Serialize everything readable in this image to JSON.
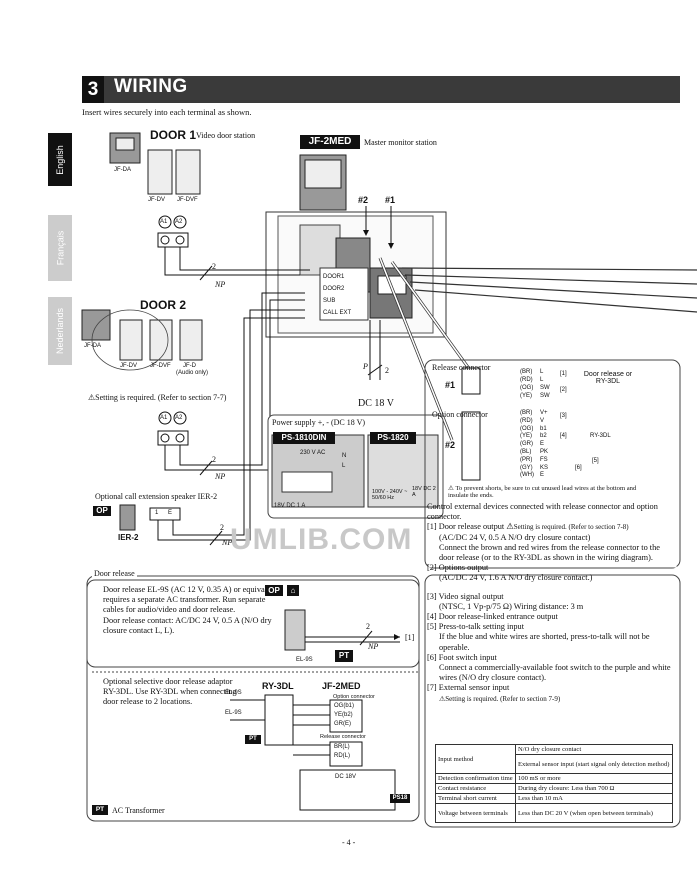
{
  "header": {
    "number": "3",
    "title": "WIRING"
  },
  "intro": "Insert wires securely into each terminal as shown.",
  "tabs": [
    "English",
    "Français",
    "Nederlands"
  ],
  "door1": {
    "title": "DOOR 1",
    "subtitle": "Video door station",
    "units": [
      "JF-DA",
      "JF-DV",
      "JF-DVF"
    ],
    "terminals": [
      "A1",
      "A2"
    ]
  },
  "door2": {
    "title": "DOOR 2",
    "units": [
      "JF-DA",
      "JF-DV",
      "JF-DVF",
      "JF-D",
      "(Audio only)"
    ],
    "terminals": [
      "A1",
      "A2"
    ]
  },
  "master": {
    "badge": "JF-2MED",
    "label": "Master monitor station",
    "markers": [
      "#2",
      "#1"
    ],
    "terminals": [
      "DOOR1",
      "DOOR2",
      "SUB",
      "CALL EXT"
    ]
  },
  "wires": {
    "two": "2",
    "np": "NP",
    "p": "P"
  },
  "setting_note": "Setting is required. (Refer to section 7-7)",
  "power": {
    "title": "Power supply +, - (DC 18 V)",
    "dc_label": "DC 18 V",
    "models": [
      "PS-1810DIN",
      "PS-1820"
    ],
    "ac_label": "230 V AC",
    "n_label": "N",
    "l_label": "L",
    "out1": "18V DC 1 A",
    "out2_in": "100V - 240V ~ 50/60 Hz",
    "out2_out": "18V DC 2 A"
  },
  "ier": {
    "label": "Optional call extension speaker IER-2",
    "badge": "OP",
    "model": "IER-2",
    "terms": [
      "1",
      "E"
    ]
  },
  "release_connector": {
    "title": "Release connector",
    "marker": "#1",
    "wires": [
      "(BR)",
      "(RD)",
      "(OG)",
      "(YE)"
    ],
    "pins": [
      "L",
      "L",
      "SW",
      "SW"
    ],
    "refs": [
      "[1]",
      "[2]"
    ],
    "target": "Door release or RY-3DL"
  },
  "option_connector": {
    "title": "Option connector",
    "marker": "#2",
    "wires": [
      "(BR)",
      "(RD)",
      "(OG)",
      "(YE)",
      "(GR)",
      "(BL)",
      "(PR)",
      "(GY)",
      "(WH)"
    ],
    "pins": [
      "V+",
      "V",
      "b1",
      "b2",
      "E",
      "PK",
      "FS",
      "KS",
      "E"
    ],
    "refs": [
      "[3]",
      "[4]",
      "[5]",
      "[6]"
    ],
    "target": "RY-3DL"
  },
  "warning_wires": "To prevent shorts, be sure to cut unused lead wires at the bottom and insulate the ends.",
  "right_text": [
    "Control external devices connected with release connector and option connector.",
    "[1] Door release output",
    "Setting is required. (Refer to section 7-8)",
    "(AC/DC 24 V, 0.5 A N/O dry closure contact)",
    "Connect the brown and red wires from the release connector to the door release (or to the RY-3DL as shown in the wiring diagram).",
    "[2] Options output",
    "(AC/DC 24 V, 1.6 A N/O dry closure contact.)",
    "[3] Video signal output",
    "(NTSC, 1 Vp-p/75 Ω) Wiring distance: 3 m",
    "[4] Door release-linked entrance output",
    "[5] Press-to-talk setting input",
    "If the blue and white wires are shorted, press-to-talk will not be operable.",
    "[6] Foot switch input",
    "Connect a commercially-available foot switch to the purple and white wires (N/O dry closure contact).",
    "[7] External sensor input",
    "Setting is required. (Refer to section 7-9)"
  ],
  "spec_table": [
    [
      "Input method",
      "N/O dry closure contact"
    ],
    [
      "",
      "External sensor input (start signal only detection method)"
    ],
    [
      "Detection confirmation time",
      "100 mS or more"
    ],
    [
      "Contact resistance",
      "During dry closure: Less than 700 Ω"
    ],
    [
      "Terminal short current",
      "Less than 10 mA"
    ],
    [
      "Voltage between terminals",
      "Less than DC 20 V (when open between terminals)"
    ]
  ],
  "door_release": {
    "title": "Door release",
    "text1": "Door release EL-9S (AC 12 V, 0.35 A) or equivalent, requires a separate AC transformer. Run separate cables for audio/video and door release.",
    "text2": "Door release contact: AC/DC 24 V, 0.5 A (N/O dry closure contact L, L).",
    "badge": "OP",
    "model": "EL-9S",
    "pt": "PT",
    "ref": "[1]"
  },
  "ry3dl": {
    "text": "Optional selective door release adaptor RY-3DL. Use RY-3DL when connecting door release to 2 locations.",
    "title1": "RY-3DL",
    "title2": "JF-2MED",
    "option_conn": "Option connector",
    "release_conn": "Release connector",
    "pins_opt": [
      "OG(b1)",
      "YE(b2)",
      "GR(E)"
    ],
    "pins_rel": [
      "BR(L)",
      "RD(L)"
    ],
    "el": [
      "EL-9S",
      "EL-9S"
    ],
    "dc": "DC 18V",
    "ps": "PS18",
    "pt": "PT"
  },
  "legend": {
    "badge": "PT",
    "text": "AC Transformer"
  },
  "page_number": "- 4 -",
  "watermark": "UMLIB.COM"
}
